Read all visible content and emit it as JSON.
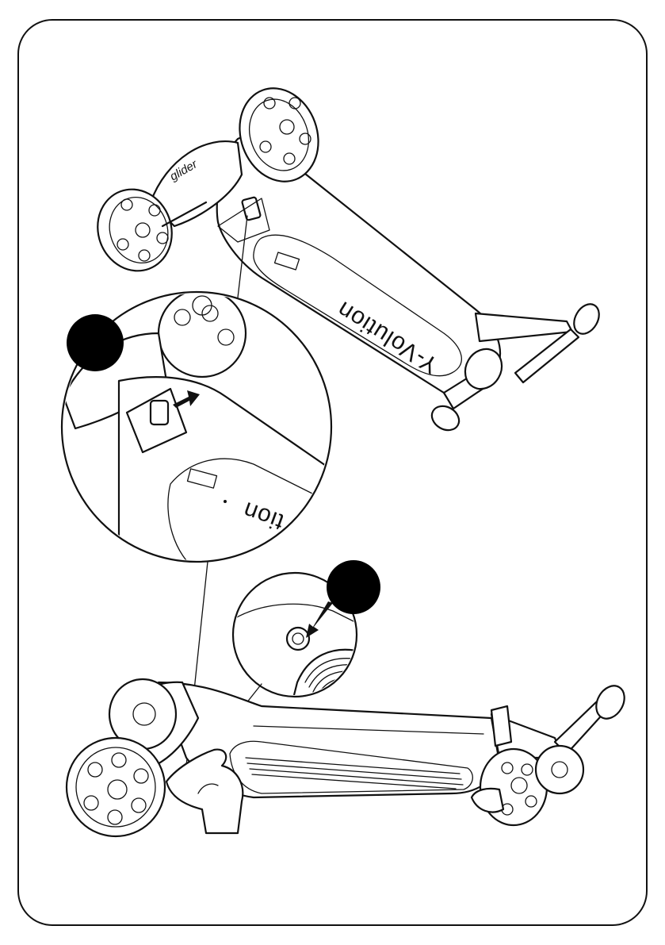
{
  "illustration": {
    "deck_brand_text": "Y-Volution",
    "deck_brand_text_zoomed": "tion",
    "fender_brand_text": "glider",
    "step_markers": [
      "",
      ""
    ]
  },
  "colors": {
    "line": "#111111",
    "background": "#ffffff",
    "marker": "#000000"
  }
}
